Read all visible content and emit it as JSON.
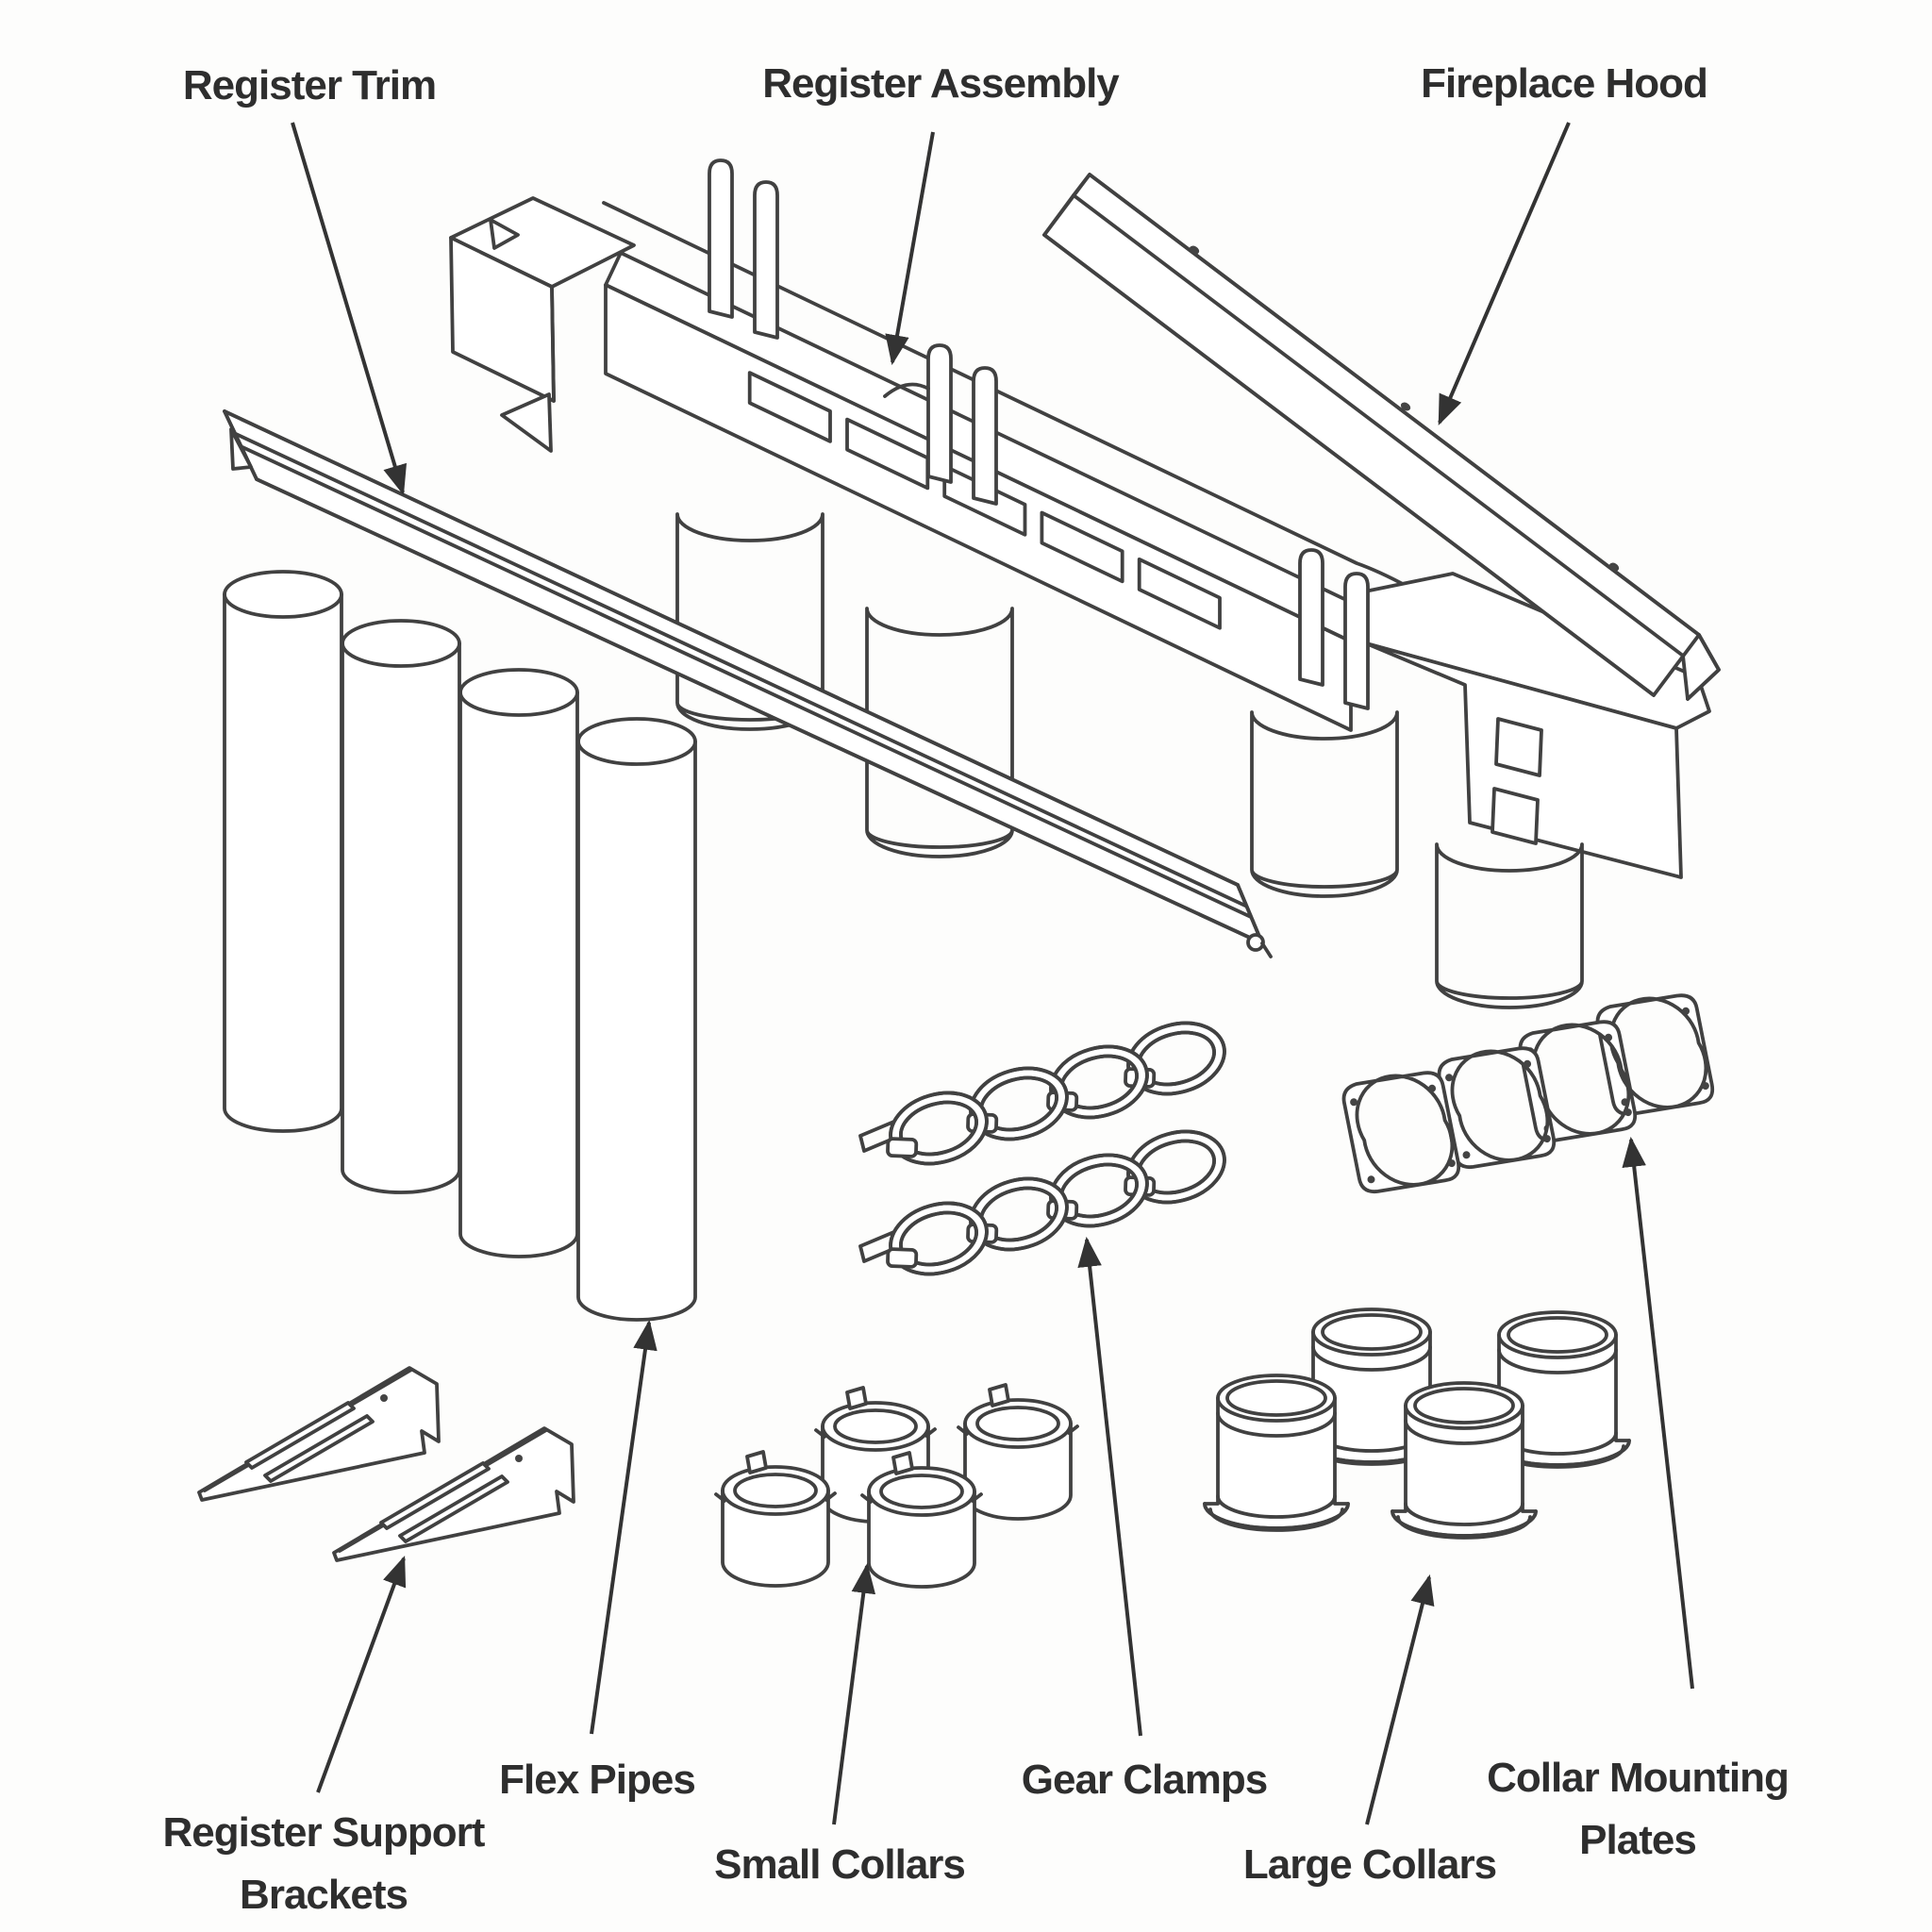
{
  "diagram": {
    "type": "exploded-parts-diagram",
    "subject": "Fireplace register venting kit components",
    "colors": {
      "line": "#414141",
      "arrow": "#333333",
      "text": "#2e2e2e",
      "background": "#fdfdfc"
    },
    "labels": {
      "register_trim": "Register Trim",
      "register_assembly": "Register Assembly",
      "fireplace_hood": "Fireplace Hood",
      "flex_pipes": "Flex Pipes",
      "register_support_brackets": "Register Support Brackets",
      "small_collars": "Small Collars",
      "gear_clamps": "Gear Clamps",
      "large_collars": "Large Collars",
      "collar_mounting_plates": "Collar Mounting Plates"
    },
    "parts": [
      {
        "name": "Register Trim",
        "quantity": 1
      },
      {
        "name": "Register Assembly",
        "quantity": 1
      },
      {
        "name": "Fireplace Hood",
        "quantity": 1
      },
      {
        "name": "Flex Pipes",
        "quantity": 4
      },
      {
        "name": "Register Support Brackets",
        "quantity": 2
      },
      {
        "name": "Small Collars",
        "quantity": 4
      },
      {
        "name": "Gear Clamps",
        "quantity": 8
      },
      {
        "name": "Large Collars",
        "quantity": 4
      },
      {
        "name": "Collar Mounting Plates",
        "quantity": 4
      }
    ]
  }
}
